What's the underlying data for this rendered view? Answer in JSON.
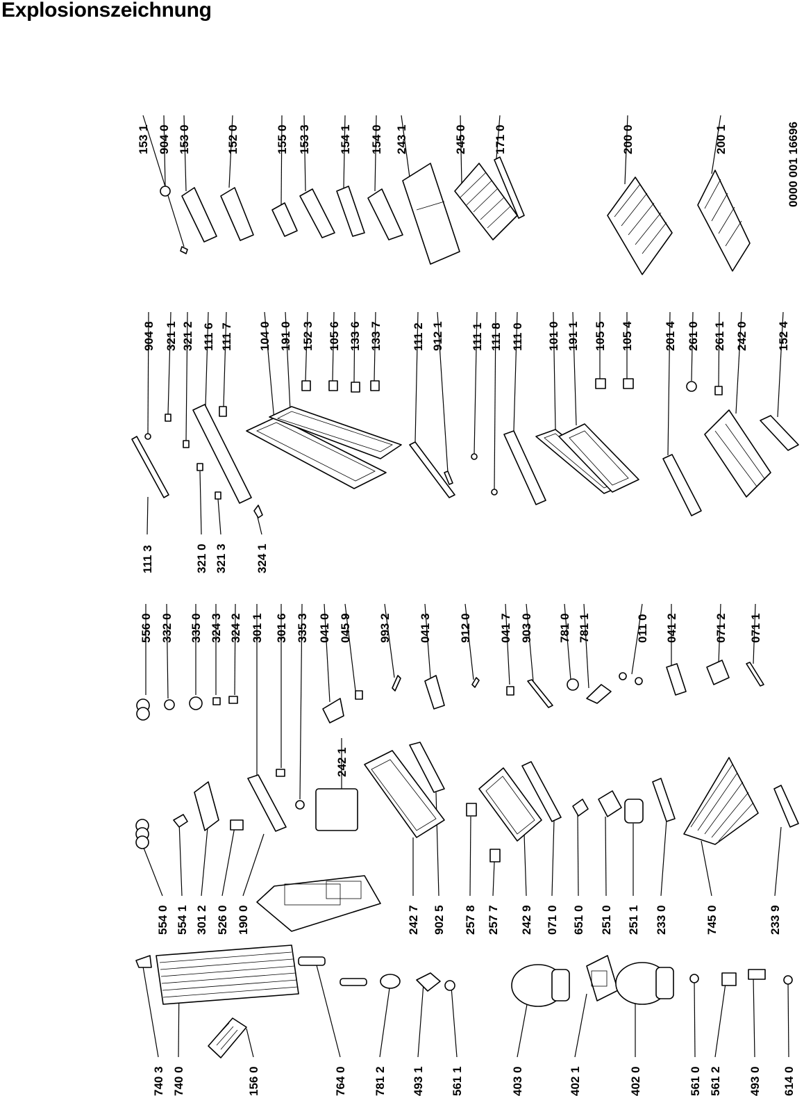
{
  "title": "Explosionszeichnung",
  "doc_number": "0000 001 16696",
  "part_numbers": [
    "740 3",
    "740 0",
    "156 0",
    "764 0",
    "781 2",
    "493 1",
    "561 1",
    "403 0",
    "402 1",
    "402 0",
    "561 0",
    "561 2",
    "493 0",
    "614 0",
    "554 0",
    "554 1",
    "301 2",
    "526 0",
    "190 0",
    "242 7",
    "902 5",
    "257 8",
    "257 7",
    "242 9",
    "071 0",
    "651 0",
    "251 0",
    "251 1",
    "233 0",
    "745 0",
    "233 9",
    "242 1",
    "556 0",
    "332 0",
    "335 0",
    "324 3",
    "324 2",
    "301 1",
    "301 6",
    "335 3",
    "041 0",
    "045 9",
    "993 2",
    "041 3",
    "912 0",
    "041 7",
    "903 0",
    "781 0",
    "781 1",
    "011 0",
    "041 2",
    "071 2",
    "071 1",
    "111 3",
    "321 0",
    "321 3",
    "324 1",
    "904 8",
    "321 1",
    "321 2",
    "111 6",
    "111 7",
    "104 0",
    "191 0",
    "152 3",
    "105 6",
    "133 6",
    "133 7",
    "111 2",
    "912 1",
    "111 1",
    "111 8",
    "111 0",
    "101 0",
    "191 1",
    "105 5",
    "105 4",
    "201 4",
    "261 0",
    "261 1",
    "242 0",
    "152 4",
    "153 1",
    "904 0",
    "153 0",
    "152 0",
    "155 0",
    "153 3",
    "154 1",
    "154 0",
    "243 1",
    "245 0",
    "171 0",
    "200 0",
    "200 1"
  ]
}
